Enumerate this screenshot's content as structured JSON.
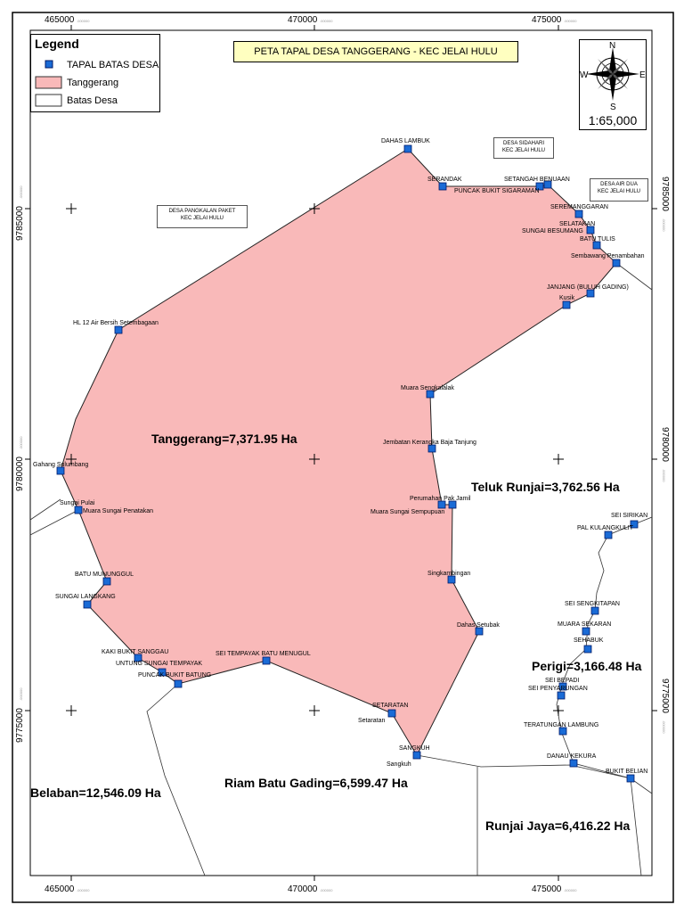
{
  "title": "PETA TAPAL DESA TANGGERANG - KEC JELAI HULU",
  "legend": {
    "heading": "Legend",
    "items": [
      {
        "label": "TAPAL BATAS DESA"
      },
      {
        "label": "Tanggerang"
      },
      {
        "label": "Batas Desa"
      }
    ]
  },
  "north_arrow": {
    "n": "N",
    "s": "S",
    "e": "E",
    "w": "W"
  },
  "scale": "1:65,000",
  "grid": {
    "x_labels": [
      "465000",
      "470000",
      "475000"
    ],
    "y_labels": [
      "9785000",
      "9780000",
      "9775000"
    ],
    "minor_suffix": ".000000"
  },
  "notes": [
    {
      "line1": "DESA SIDAHARI",
      "line2": "KEC JELAI HULU"
    },
    {
      "line1": "DESA AIR DUA",
      "line2": "KEC JELAI HULU"
    },
    {
      "line1": "DESA PANGKALAN PAKET",
      "line2": "KEC JELAI HULU"
    }
  ],
  "area_labels": [
    "Tanggerang=7,371.95 Ha",
    "Teluk Runjai=3,762.56 Ha",
    "Perigi=3,166.48 Ha",
    "Riam Batu Gading=6,599.47 Ha",
    "Belaban=12,546.09 Ha",
    "Runjai Jaya=6,416.22 Ha"
  ],
  "points": [
    "DAHAS LAMBUK",
    "SERANDAK",
    "PUNCAK BUKIT SIGARAMAN",
    "SETANGAH BENUAAN",
    "SEREMANGGARAN",
    "SUNGAI BESUMANG",
    "SELATAKAN",
    "BATU TULIS",
    "Sembawang Penambahan",
    "JANJANG (BULUH GADING)",
    "Kusik",
    "Muara Sengkalalak",
    "Jembatan Kerangka Baja Tanjung",
    "Perumahan Pak Jamil",
    "Muara Sungai Sempupuan",
    "Singkambingan",
    "Dahas Setubak",
    "SETARATAN",
    "Setaratan",
    "SANGKUH",
    "Sangkuh",
    "SEI TEMPAYAK BATU MENUGUL",
    "KAKI BUKIT SANGGAU",
    "UNTUNG SUNGAI TEMPAYAK",
    "PUNCAK BUKIT BATUNG",
    "SUNGAI LANGKANG",
    "BATU MUNUNGGUL",
    "Sungai Pulai",
    "Muara Sungai Penatakan",
    "Gahang Sulumbang",
    "HL 12 Air Bersih Setembagaan",
    "SEI SIRIKAN",
    "PAL KULANGKULIT",
    "SEI SENGKITAPAN",
    "MUARA SEKARAN",
    "SEHABUK",
    "SEI BEPADI",
    "SEI PENYARUNGAN",
    "TERATUNGAN LAMBUNG",
    "DANAU KEKURA",
    "BUKIT BELIAN"
  ],
  "colors": {
    "polygon_fill": "#f9b9b9",
    "marker_fill": "#1a6bd6",
    "title_bg": "#ffffc0"
  }
}
